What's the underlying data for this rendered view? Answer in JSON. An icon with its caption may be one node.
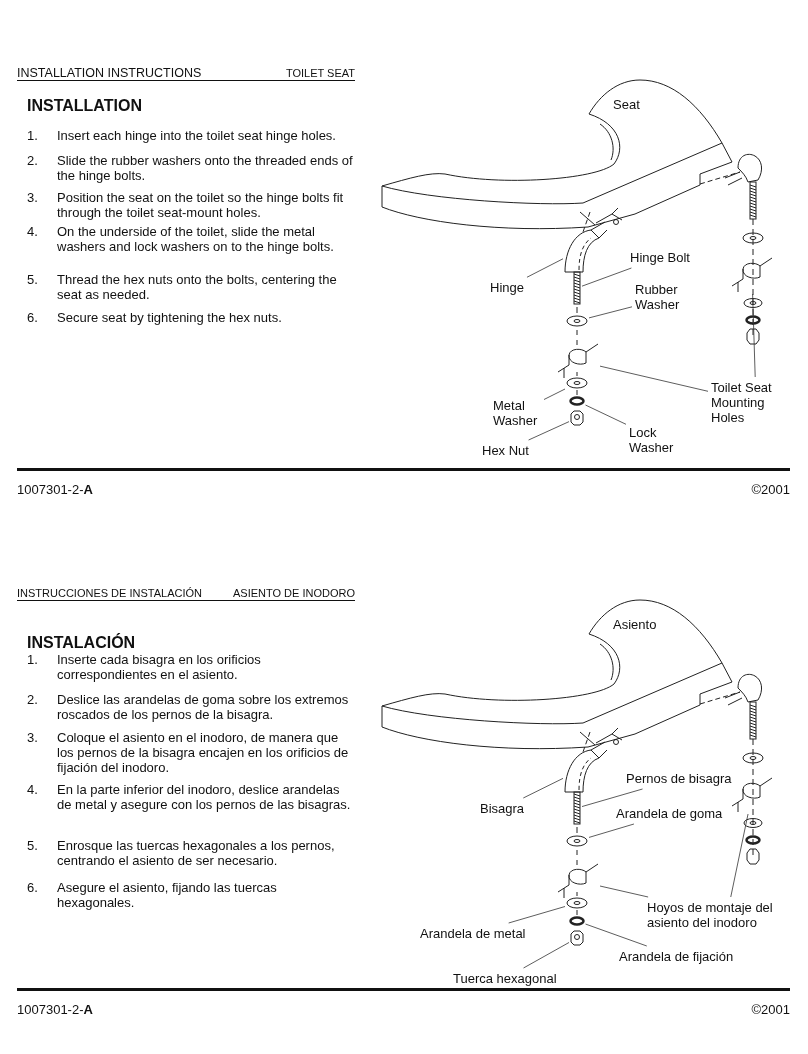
{
  "diagram": {
    "nodes": [
      {
        "text": [
          "Hinge"
        ]
      },
      {
        "text": [],
        "shape": "hinge"
      },
      {
        "text": [
          "Hinge Bolt"
        ]
      },
      {
        "text": [],
        "shape": "bolt"
      },
      {
        "text": [
          "Rubber Washer"
        ]
      },
      {
        "text": [],
        "shape": "washer"
      },
      {
        "text": [
          "Toilet Seat Mounting Holes"
        ]
      },
      {
        "text": [],
        "shape": "hole"
      },
      {
        "text": [],
        "shape": "hole"
      },
      {
        "text": [
          "Metal Washer"
        ]
      },
      {
        "text": [],
        "shape": "washer"
      },
      {
        "text": [
          "Lock Washer"
        ]
      },
      {
        "text": [],
        "shape": "washer"
      },
      {
        "text": [
          "Hex Nut"
        ]
      },
      {
        "text": [],
        "shape": "nut"
      },
      {
        "text": [
          "Bisagra"
        ]
      },
      {
        "text": [],
        "shape": "hinge"
      },
      {
        "text": [
          "Pernos de bisagra"
        ]
      },
      {
        "text": [],
        "shape": "bolt"
      },
      {
        "text": [
          "Arandela de goma"
        ]
      },
      {
        "text": [],
        "shape": "washer"
      },
      {
        "text": [
          "Hoyos de montaje del asiento del inodoro"
        ]
      },
      {
        "text": [],
        "shape": "hole"
      },
      {
        "text": [],
        "shape": "hole"
      },
      {
        "text": [
          "Arandela de metal"
        ]
      },
      {
        "text": [],
        "shape": "washer"
      },
      {
        "text": [
          "Arandela de fijación"
        ]
      },
      {
        "text": [],
        "shape": "washer"
      },
      {
        "text": [
          "Tuerca hexagonal"
        ]
      },
      {
        "text": [],
        "shape": "nut"
      }
    ],
    "edges": [
      {
        "from": 0,
        "to": 1,
        "arrow": "none"
      },
      {
        "from": 2,
        "to": 3,
        "arrow": "none"
      },
      {
        "from": 4,
        "to": 5,
        "arrow": "none"
      },
      {
        "from": 6,
        "to": 7,
        "arrow": "none"
      },
      {
        "from": 6,
        "to": 8,
        "arrow": "none"
      },
      {
        "from": 9,
        "to": 10,
        "arrow": "none"
      },
      {
        "from": 11,
        "to": 12,
        "arrow": "none"
      },
      {
        "from": 13,
        "to": 14,
        "arrow": "none"
      },
      {
        "from": 15,
        "to": 16,
        "arrow": "none"
      },
      {
        "from": 17,
        "to": 18,
        "arrow": "none"
      },
      {
        "from": 19,
        "to": 20,
        "arrow": "none"
      },
      {
        "from": 21,
        "to": 22,
        "arrow": "none"
      },
      {
        "from": 21,
        "to": 23,
        "arrow": "none"
      },
      {
        "from": 24,
        "to": 25,
        "arrow": "none"
      },
      {
        "from": 26,
        "to": 27,
        "arrow": "none"
      },
      {
        "from": 28,
        "to": 29,
        "arrow": "none"
      }
    ],
    "labels": [
      "INSTALLATION INSTRUCTIONS",
      "TOILET SEAT",
      "INSTALLATION",
      "1.",
      "Insert each hinge into the toilet seat hinge holes.",
      "2.",
      "Slide the rubber washers onto the threaded ends of the hinge bolts.",
      "3.",
      "Position the seat on the toilet so the hinge bolts fit through the toilet seat-mount holes.",
      "4.",
      "On the underside of the toilet, slide the metal washers and lock washers on to the hinge bolts.",
      "5.",
      "Thread the hex nuts onto the bolts, centering the seat as needed.",
      "6.",
      "Secure seat by tightening the hex nuts.",
      "Seat",
      "1007301-2-**A**",
      "©2001",
      "INSTRUCCIONES DE INSTALACIÓN",
      "ASIENTO DE INODORO",
      "INSTALACIÓN",
      "1.",
      "Inserte cada bisagra en los orificios correspondientes en el asiento.",
      "2.",
      "Deslice las arandelas de goma sobre los extremos roscados de los pernos de la bisagra.",
      "3.",
      "Coloque el asiento en el inodoro, de manera que los pernos de la bisagra encajen en los orificios de fijación del inodoro.",
      "4.",
      "En la parte inferior del inodoro, deslice arandelas de metal y asegure con los pernos de las bisagras.",
      "5.",
      "Enrosque las tuercas hexagonales a los pernos, centrando el asiento de ser necesario.",
      "6.",
      "Asegure el asiento, fijando las tuercas hexagonales.",
      "Asiento",
      "1007301-2-**A**",
      "©2001"
    ]
  }
}
